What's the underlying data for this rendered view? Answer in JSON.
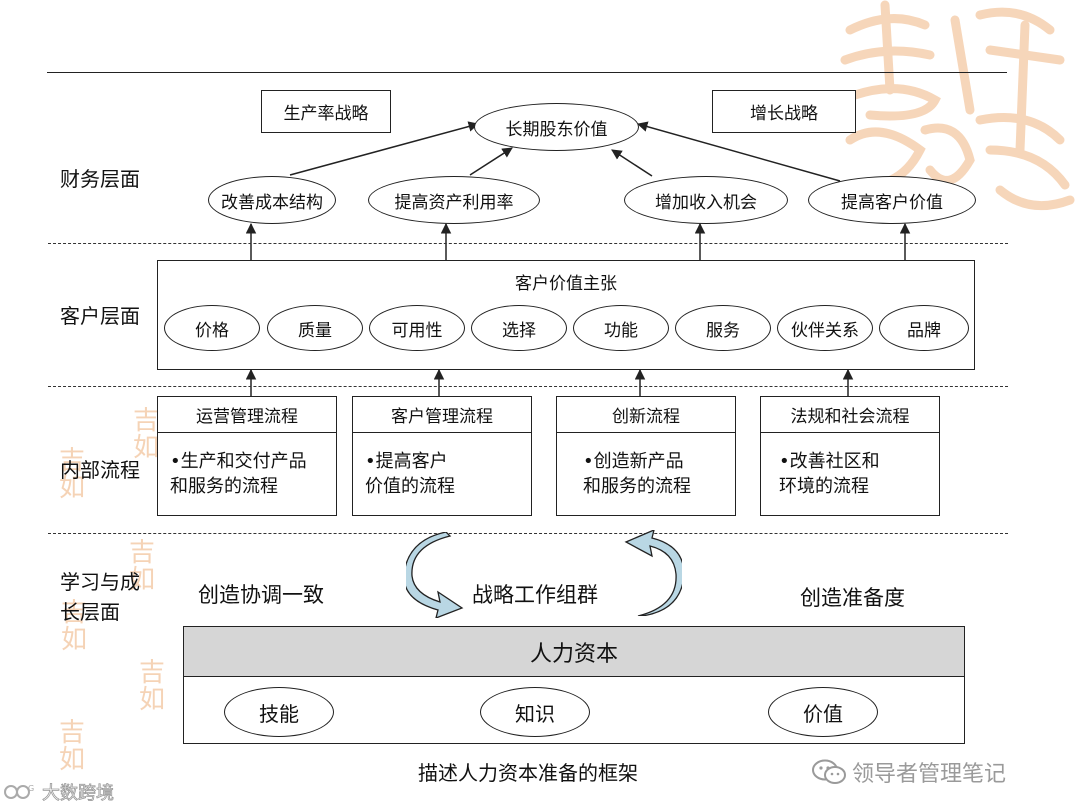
{
  "layers": {
    "financial": "财务层面",
    "customer": "客户层面",
    "internal": "内部流程",
    "learning": "学习与成\n长层面"
  },
  "financial": {
    "left_strategy": "生产率战略",
    "right_strategy": "增长战略",
    "goal": "长期股东价值",
    "drivers": [
      "改善成本结构",
      "提高资产利用率",
      "增加收入机会",
      "提高客户价值"
    ]
  },
  "customer": {
    "title": "客户价值主张",
    "items": [
      "价格",
      "质量",
      "可用性",
      "选择",
      "功能",
      "服务",
      "伙伴关系",
      "品牌"
    ]
  },
  "processes": [
    {
      "title": "运营管理流程",
      "body": "•生产和交付产品\n和服务的流程"
    },
    {
      "title": "客户管理流程",
      "body": "•提高客户\n价值的流程"
    },
    {
      "title": "创新流程",
      "body": "•创造新产品\n和服务的流程"
    },
    {
      "title": "法规和社会流程",
      "body": "•改善社区和\n环境的流程"
    }
  ],
  "learning": {
    "left": "创造协调一致",
    "center": "战略工作组群",
    "right": "创造准备度",
    "human_capital": "人力资本",
    "items": [
      "技能",
      "知识",
      "价值"
    ]
  },
  "caption": "描述人力资本准备的框架",
  "watermarks": {
    "wechat": "领导者管理笔记",
    "bottom_left": "大数跨境",
    "seal": "吉祥如意"
  },
  "colors": {
    "seal": "#f3c9a4",
    "human_capital_header": "#d6d6d6",
    "cycle_arrow": "#b9d7e4"
  }
}
